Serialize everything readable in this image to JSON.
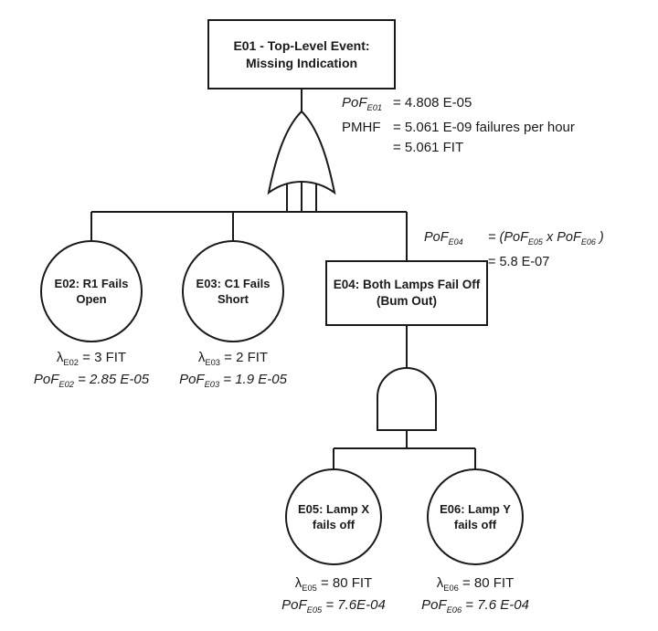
{
  "diagram": {
    "background": "#ffffff",
    "stroke_color": "#1a1a1a"
  },
  "nodes": {
    "e01": {
      "type": "event-box",
      "line1": "E01 - Top-Level Event:",
      "line2": "Missing Indication"
    },
    "e02": {
      "type": "basic-event",
      "line1": "E02: R1 Fails",
      "line2": "Open"
    },
    "e03": {
      "type": "basic-event",
      "line1": "E03: C1 Fails",
      "line2": "Short"
    },
    "e04": {
      "type": "event-box",
      "line1": "E04: Both Lamps Fail Off",
      "line2": "(Bum Out)"
    },
    "e05": {
      "type": "basic-event",
      "line1": "E05: Lamp X",
      "line2": "fails off"
    },
    "e06": {
      "type": "basic-event",
      "line1": "E06: Lamp Y",
      "line2": "fails off"
    }
  },
  "gates": {
    "or_gate": "OR",
    "and_gate": "AND"
  },
  "annotations": {
    "e01": {
      "pof_base": "PoF",
      "pof_sub": "E01",
      "pof_value": "= 4.808 E-05",
      "pmhf_label": "PMHF",
      "pmhf_value": "= 5.061 E-09 failures per hour",
      "fit_value": "= 5.061 FIT"
    },
    "e04": {
      "pof_base": "PoF",
      "pof_sub": "E04",
      "formula_prefix": "= (",
      "f1_base": "PoF",
      "f1_sub": "E05",
      "f_times": " x ",
      "f2_base": "PoF",
      "f2_sub": "E06",
      "formula_suffix": " )",
      "result": "= 5.8 E-07"
    },
    "e02": {
      "lambda_base": "λ",
      "lambda_sub": "E02",
      "lambda_value": " = 3 FIT",
      "pof_base": "PoF",
      "pof_sub": "E02",
      "pof_value": " = 2.85 E-05"
    },
    "e03": {
      "lambda_base": "λ",
      "lambda_sub": "E03",
      "lambda_value": " = 2 FIT",
      "pof_base": "PoF",
      "pof_sub": "E03",
      "pof_value": " = 1.9 E-05"
    },
    "e05": {
      "lambda_base": "λ",
      "lambda_sub": "E05",
      "lambda_value": " = 80 FIT",
      "pof_base": "PoF",
      "pof_sub": "E05",
      "pof_value": " = 7.6E-04"
    },
    "e06": {
      "lambda_base": "λ",
      "lambda_sub": "E06",
      "lambda_value": " = 80 FIT",
      "pof_base": "PoF",
      "pof_sub": "E06",
      "pof_value": " = 7.6 E-04"
    }
  }
}
